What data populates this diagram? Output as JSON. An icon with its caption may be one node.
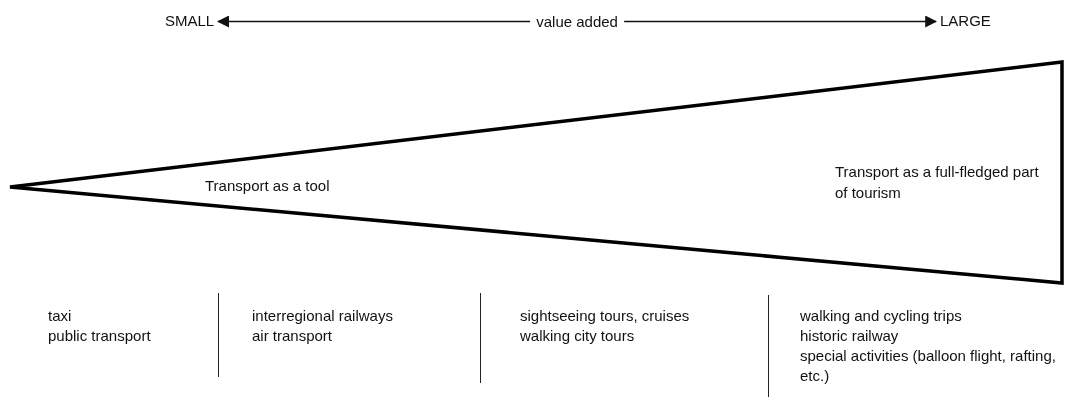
{
  "diagram": {
    "nodes": [
      {
        "text": [
          "SMALL"
        ]
      },
      {
        "text": [
          "LARGE"
        ]
      },
      {
        "text": [
          "Transport as a tool",
          "Transport as a full-fledged part of tourism"
        ]
      }
    ],
    "edges": [
      {
        "from": 0,
        "to": 1,
        "arrow": "both",
        "label": "value added"
      }
    ],
    "labels": [
      "taxi",
      "public transport",
      "interregional railways",
      "air transport",
      "sightseeing tours, cruises",
      "walking city tours",
      "walking and cycling trips",
      "historic railway",
      "special activities (balloon flight, rafting, etc.)"
    ]
  }
}
